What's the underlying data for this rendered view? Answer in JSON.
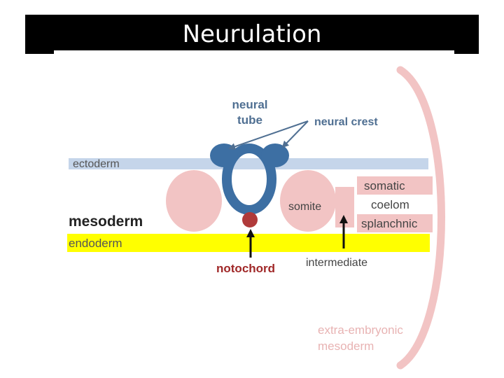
{
  "title": "Neurulation",
  "labels": {
    "neural_tube_line1": "neural",
    "neural_tube_line2": "tube",
    "neural_crest": "neural crest",
    "ectoderm": "ectoderm",
    "mesoderm": "mesoderm",
    "endoderm": "endoderm",
    "somite": "somite",
    "somatic": "somatic",
    "coelom": "coelom",
    "splanchnic": "splanchnic",
    "notochord": "notochord",
    "intermediate": "intermediate",
    "extra_embryonic_line1": "extra-embryonic",
    "extra_embryonic_line2": "mesoderm"
  },
  "colors": {
    "ectoderm": "#c5d5ea",
    "endoderm": "#ffff00",
    "mesoderm_tissue": "#f2c4c4",
    "neural_tube": "#3d6fa3",
    "notochord": "#b03a3a",
    "label_blue": "#4f6f92",
    "label_gray": "#555555",
    "notochord_label": "#a02828",
    "extra_embryonic_label": "#e8b3b3"
  }
}
